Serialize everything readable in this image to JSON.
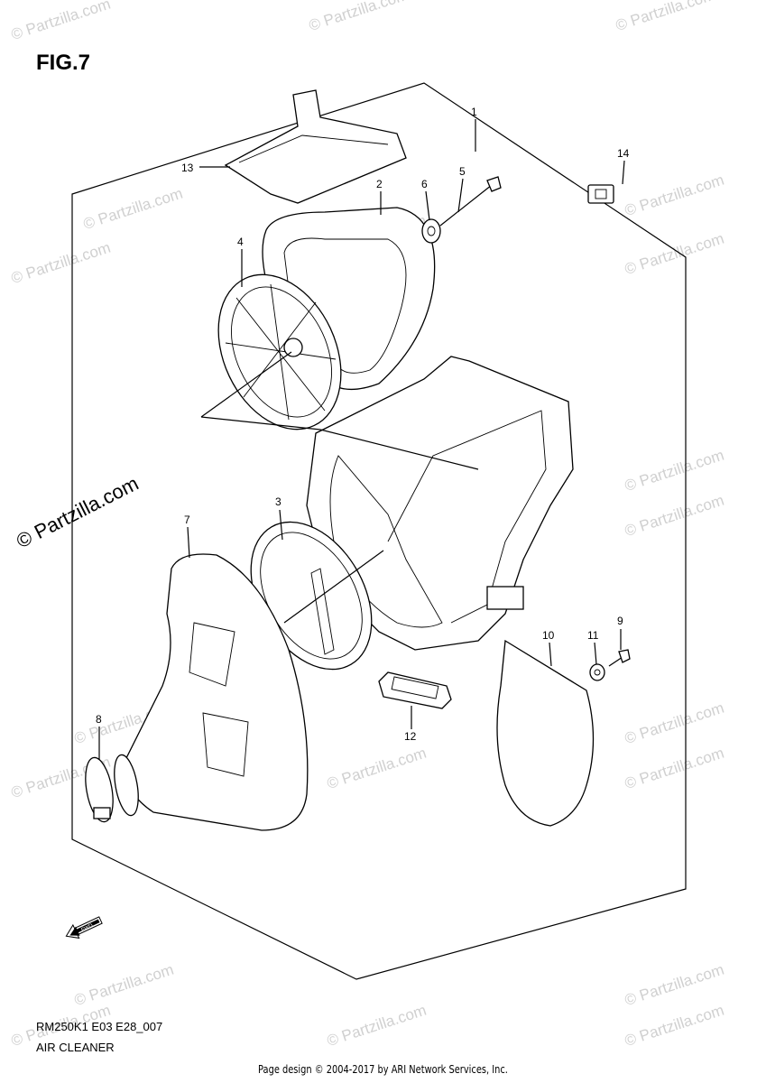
{
  "figure_title": "FIG.7",
  "model_code": "RM250K1 E03 E28_007",
  "section_name": "AIR CLEANER",
  "copyright": "Page design © 2004-2017 by ARI Network Services, Inc.",
  "watermark_text": "© Partzilla.com",
  "fwd_label": "FWD",
  "callouts": {
    "c1": "1",
    "c2": "2",
    "c3": "3",
    "c4": "4",
    "c5": "5",
    "c6": "6",
    "c7": "7",
    "c8": "8",
    "c9": "9",
    "c10": "10",
    "c11": "11",
    "c12": "12",
    "c13": "13",
    "c14": "14"
  }
}
